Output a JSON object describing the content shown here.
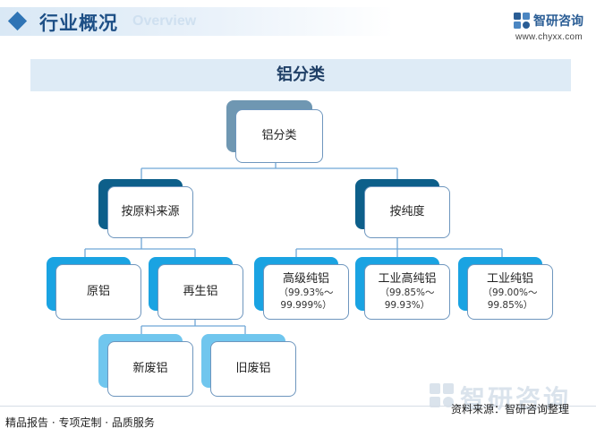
{
  "header": {
    "title": "行业概况",
    "subtitle": "Overview",
    "logo_name": "智研咨询",
    "logo_url": "www.chyxx.com"
  },
  "diagram": {
    "title": "铝分类",
    "root": {
      "label": "铝分类"
    },
    "by_source": {
      "label": "按原料来源",
      "children": [
        {
          "label": "原铝"
        },
        {
          "label": "再生铝",
          "children": [
            {
              "label": "新废铝"
            },
            {
              "label": "旧废铝"
            }
          ]
        }
      ]
    },
    "by_purity": {
      "label": "按纯度",
      "children": [
        {
          "label": "高级纯铝",
          "range": "（99.93%～99.999%）"
        },
        {
          "label": "工业高纯铝",
          "range": "（99.85%～99.93%）"
        },
        {
          "label": "工业纯铝",
          "range": "（99.00%～99.85%）"
        }
      ]
    }
  },
  "colors": {
    "level1_back": "#6f97b2",
    "level2_back": "#0d5f8a",
    "level3_back": "#1aa3e2",
    "level4_back": "#70c6ee",
    "connector": "#6fa6d6"
  },
  "footer": {
    "left": "精品报告 · 专项定制 · 品质服务",
    "right": "资料来源：智研咨询整理"
  },
  "watermark": {
    "text": "智研咨询"
  }
}
